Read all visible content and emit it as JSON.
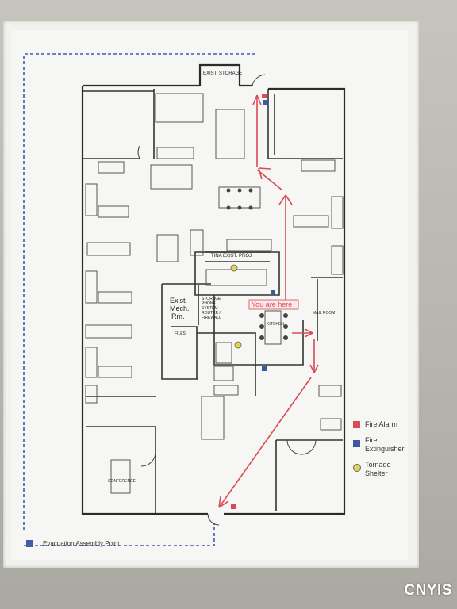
{
  "plan": {
    "rooms": {
      "storage_top": "EXIST. STORAGE",
      "tina": "TINA EXIST. PROJ.",
      "mech_line1": "Exist.",
      "mech_line2": "Mech.",
      "mech_line3": "Rm.",
      "storage_mid": "STORAGE PHONE SYSTEM ROUTER / FIREWALL",
      "files": "FILES",
      "kitchen": "KITCHEN",
      "mail_room": "MAIL ROOM",
      "conference": "CONFERENCE"
    },
    "you_are_here": "You are here",
    "assembly_label": "Evacuation Assembly Point"
  },
  "legend": {
    "fire_alarm": "Fire Alarm",
    "fire_extinguisher_1": "Fire",
    "fire_extinguisher_2": "Extinguisher",
    "tornado_1": "Tornado",
    "tornado_2": "Shelter",
    "colors": {
      "fire_alarm": "#d94a55",
      "fire_extinguisher": "#3a5a9c",
      "tornado_shelter": "#e2d64a"
    }
  },
  "watermark": "CNYIS"
}
